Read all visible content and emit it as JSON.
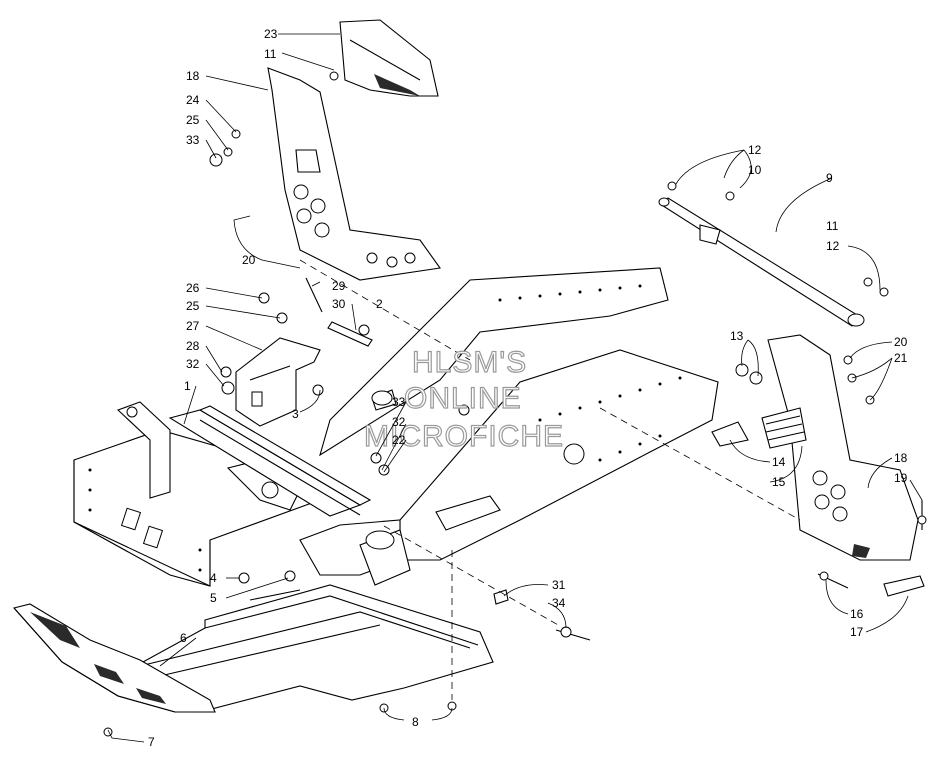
{
  "diagram": {
    "watermark": [
      "HLSM'S",
      "ONLINE",
      "MICROFICHE"
    ],
    "callouts": [
      {
        "id": "23",
        "text": "23"
      },
      {
        "id": "11a",
        "text": "11"
      },
      {
        "id": "18a",
        "text": "18"
      },
      {
        "id": "24",
        "text": "24"
      },
      {
        "id": "25a",
        "text": "25"
      },
      {
        "id": "33a",
        "text": "33"
      },
      {
        "id": "20a",
        "text": "20"
      },
      {
        "id": "26",
        "text": "26"
      },
      {
        "id": "25b",
        "text": "25"
      },
      {
        "id": "27",
        "text": "27"
      },
      {
        "id": "28",
        "text": "28"
      },
      {
        "id": "32a",
        "text": "32"
      },
      {
        "id": "1",
        "text": "1"
      },
      {
        "id": "3",
        "text": "3"
      },
      {
        "id": "29",
        "text": "29"
      },
      {
        "id": "30",
        "text": "30"
      },
      {
        "id": "2",
        "text": "2"
      },
      {
        "id": "33b",
        "text": "33"
      },
      {
        "id": "32b",
        "text": "32"
      },
      {
        "id": "22",
        "text": "22"
      },
      {
        "id": "4",
        "text": "4"
      },
      {
        "id": "5",
        "text": "5"
      },
      {
        "id": "6",
        "text": "6"
      },
      {
        "id": "7",
        "text": "7"
      },
      {
        "id": "8",
        "text": "8"
      },
      {
        "id": "31",
        "text": "31"
      },
      {
        "id": "34",
        "text": "34"
      },
      {
        "id": "12a",
        "text": "12"
      },
      {
        "id": "10",
        "text": "10"
      },
      {
        "id": "9",
        "text": "9"
      },
      {
        "id": "11b",
        "text": "11"
      },
      {
        "id": "12b",
        "text": "12"
      },
      {
        "id": "13",
        "text": "13"
      },
      {
        "id": "20b",
        "text": "20"
      },
      {
        "id": "21",
        "text": "21"
      },
      {
        "id": "14",
        "text": "14"
      },
      {
        "id": "15",
        "text": "15"
      },
      {
        "id": "18b",
        "text": "18"
      },
      {
        "id": "19",
        "text": "19"
      },
      {
        "id": "16",
        "text": "16"
      },
      {
        "id": "17",
        "text": "17"
      }
    ]
  }
}
